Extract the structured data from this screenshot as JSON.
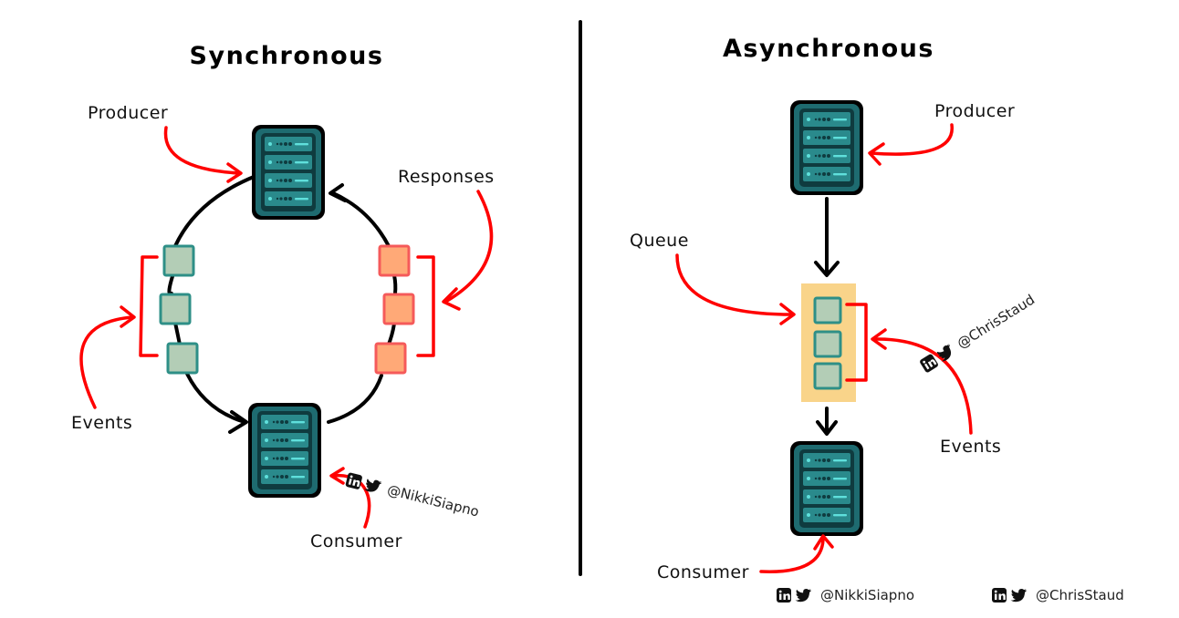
{
  "colors": {
    "server_outer": "#000000",
    "server_body": "#1e6b70",
    "server_inner": "#0f3b3f",
    "server_slot": "#2a8a8c",
    "server_light": "#5fe0dc",
    "event_fill": "#b3cdb6",
    "event_stroke": "#2e8f87",
    "response_fill": "#ffa977",
    "response_stroke": "#f55a5a",
    "queue_fill": "#f9d48a",
    "arrow_red": "#ff0000",
    "arrow_black": "#000000"
  },
  "divider": {},
  "synchronous": {
    "title": "Synchronous",
    "labels": {
      "producer": "Producer",
      "responses": "Responses",
      "events": "Events",
      "consumer": "Consumer"
    },
    "watermark": {
      "handle": "@NikkiSiapno",
      "icons": [
        "linkedin-icon",
        "twitter-icon"
      ]
    },
    "event_count": 3,
    "response_count": 3
  },
  "asynchronous": {
    "title": "Asynchronous",
    "labels": {
      "producer": "Producer",
      "queue": "Queue",
      "events": "Events",
      "consumer": "Consumer"
    },
    "watermark": {
      "handle": "@ChrisStaud",
      "icons": [
        "linkedin-icon",
        "twitter-icon"
      ]
    },
    "queued_event_count": 3
  },
  "footer": {
    "credits": [
      {
        "handle": "@NikkiSiapno",
        "icons": [
          "linkedin-icon",
          "twitter-icon"
        ]
      },
      {
        "handle": "@ChrisStaud",
        "icons": [
          "linkedin-icon",
          "twitter-icon"
        ]
      }
    ]
  }
}
